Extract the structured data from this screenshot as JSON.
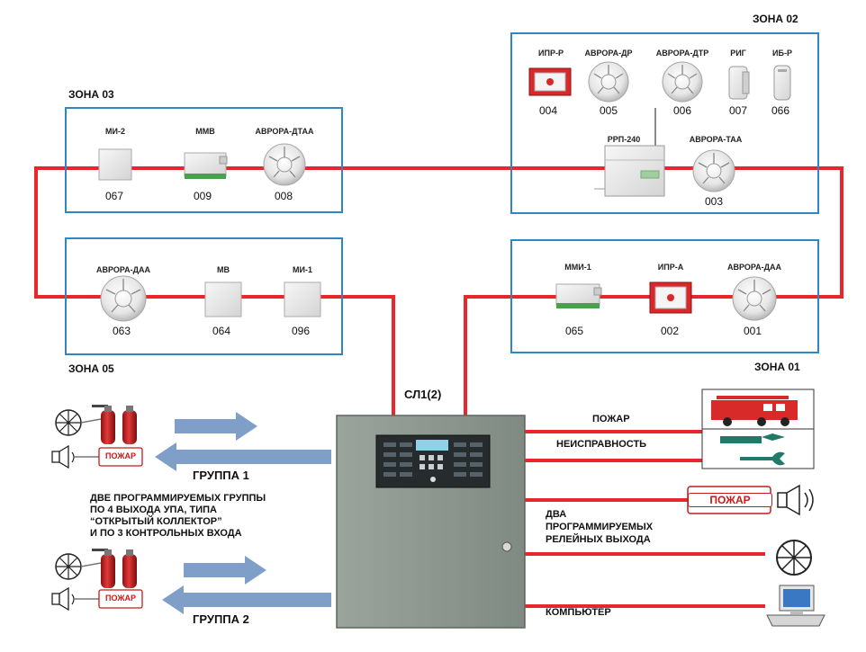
{
  "zones": {
    "z01": "ЗОНА 01",
    "z02": "ЗОНА 02",
    "z03": "ЗОНА 03",
    "z05": "ЗОНА 05"
  },
  "devices": {
    "z02": [
      {
        "name": "ИПР-Р",
        "code": "004"
      },
      {
        "name": "АВРОРА-ДР",
        "code": "005"
      },
      {
        "name": "АВРОРА-ДТР",
        "code": "006"
      },
      {
        "name": "РИГ",
        "code": "007"
      },
      {
        "name": "ИБ-Р",
        "code": "066"
      },
      {
        "name": "РРП-240",
        "code": ""
      },
      {
        "name": "АВРОРА-ТАА",
        "code": "003"
      }
    ],
    "z03": [
      {
        "name": "МИ-2",
        "code": "067"
      },
      {
        "name": "ММВ",
        "code": "009"
      },
      {
        "name": "АВРОРА-ДТАА",
        "code": "008"
      }
    ],
    "z05": [
      {
        "name": "АВРОРА-ДАА",
        "code": "063"
      },
      {
        "name": "МВ",
        "code": "064"
      },
      {
        "name": "МИ-1",
        "code": "096"
      }
    ],
    "z01": [
      {
        "name": "ММИ-1",
        "code": "065"
      },
      {
        "name": "ИПР-А",
        "code": "002"
      },
      {
        "name": "АВРОРА-ДАА",
        "code": "001"
      }
    ]
  },
  "loop_label": "СЛ1(2)",
  "outputs": {
    "fire": "ПОЖАР",
    "fault": "НЕИСПРАВНОСТЬ",
    "relays_line1": "ДВА",
    "relays_line2": "ПРОГРАММИРУЕМЫХ",
    "relays_line3": "РЕЛЕЙНЫХ ВЫХОДА",
    "computer": "КОМПЬЮТЕР",
    "fire_badge": "ПОЖАР"
  },
  "groups": {
    "group1": "ГРУППА 1",
    "group2": "ГРУППА 2",
    "badge": "ПОЖАР",
    "desc_line1": "ДВЕ ПРОГРАММИРУЕМЫХ ГРУППЫ",
    "desc_line2": "ПО 4 ВЫХОДА УПА, ТИПА",
    "desc_line3": "“ОТКРЫТЫЙ КОЛЛЕКТОР”",
    "desc_line4": "И ПО 3 КОНТРОЛЬНЫХ ВХОДА"
  },
  "colors": {
    "loop": "#e8262b",
    "zone_border": "#2f86c4",
    "panel": "#8f9a92",
    "arrow": "#7f9fc8",
    "badge_red": "#c41b1b"
  }
}
